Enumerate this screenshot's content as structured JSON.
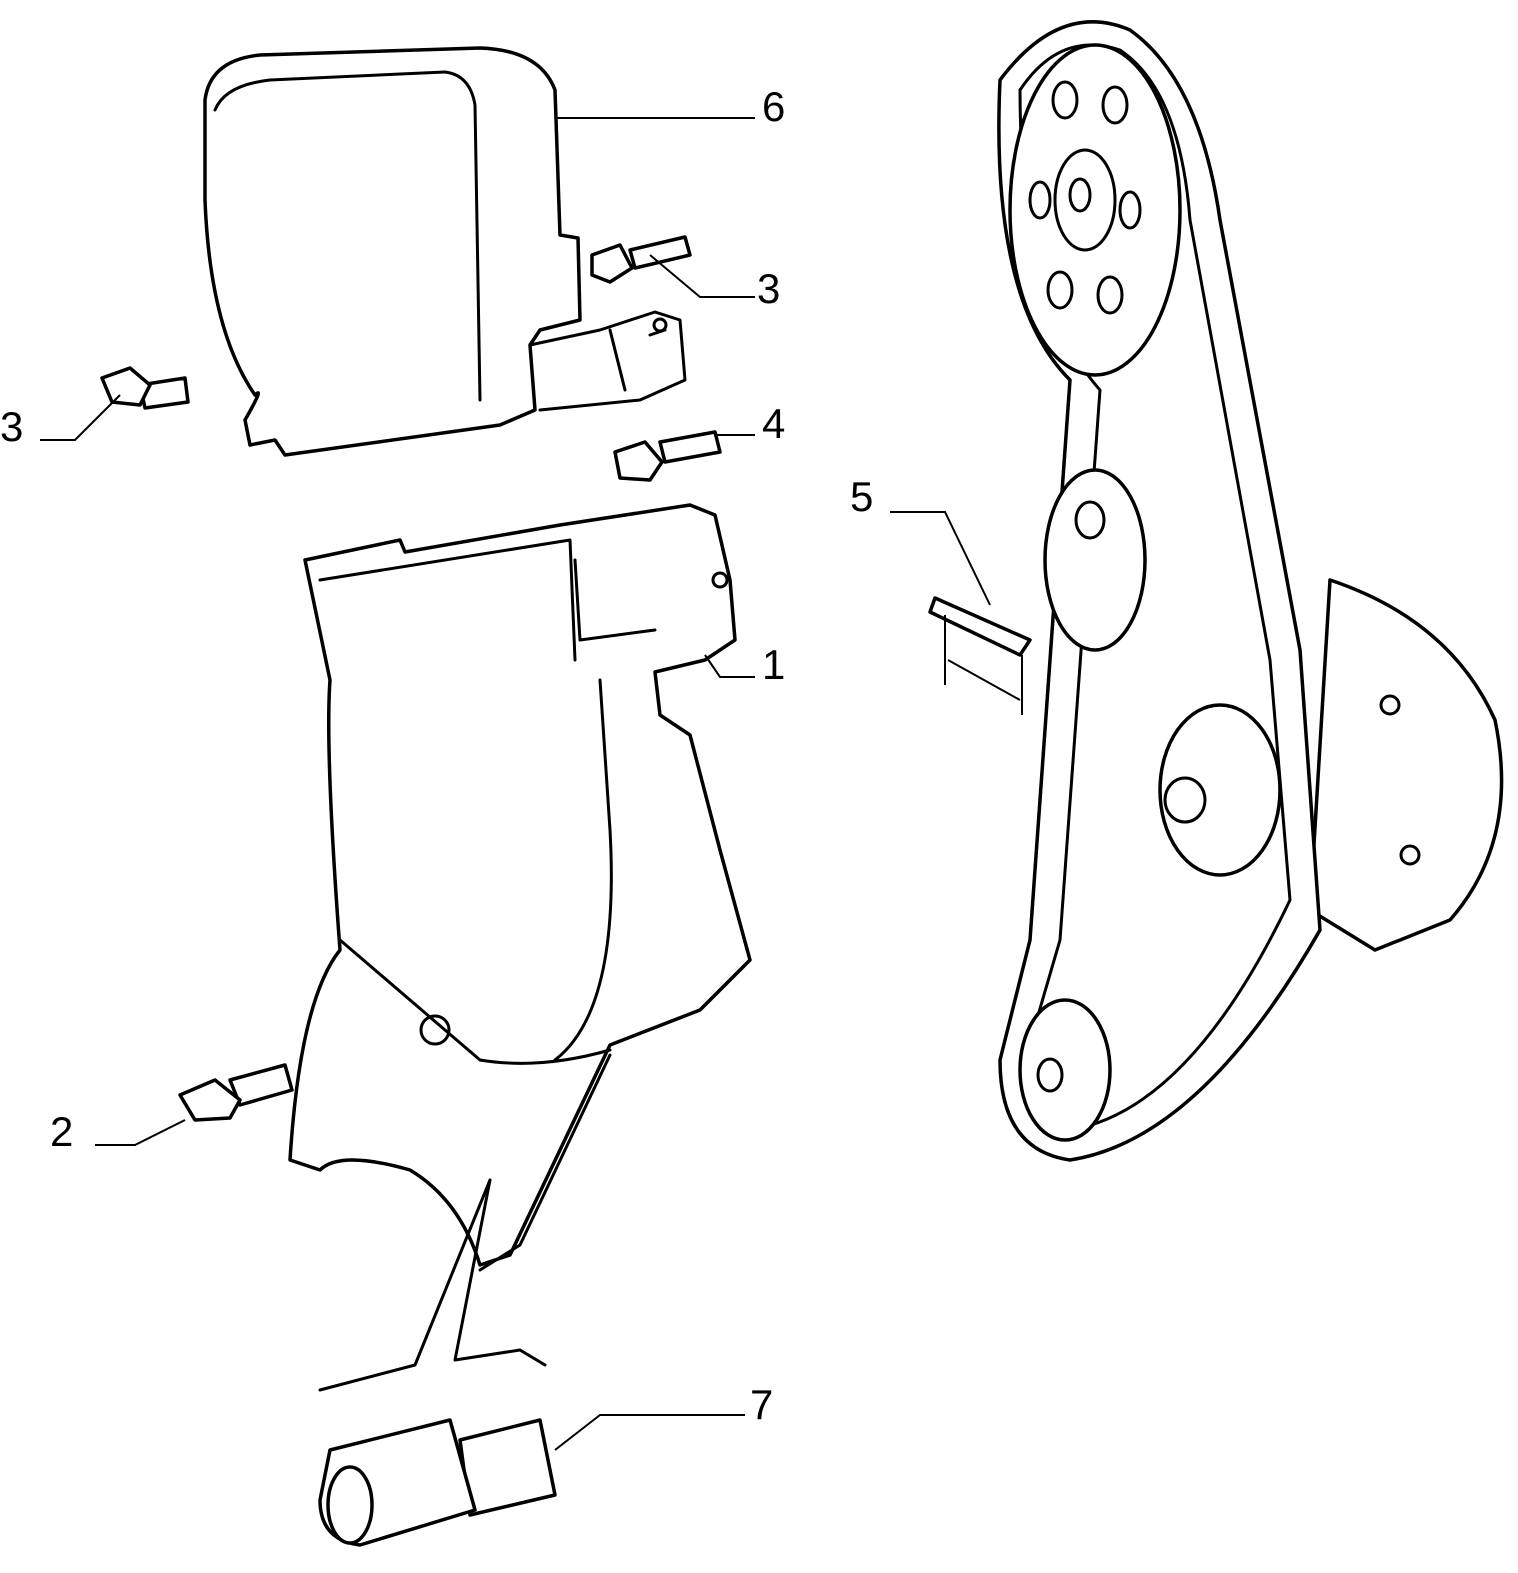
{
  "diagram": {
    "type": "exploded parts diagram",
    "callouts": [
      {
        "id": "6",
        "label": "6"
      },
      {
        "id": "3a",
        "label": "3"
      },
      {
        "id": "3b",
        "label": "3"
      },
      {
        "id": "4",
        "label": "4"
      },
      {
        "id": "5",
        "label": "5"
      },
      {
        "id": "1",
        "label": "1"
      },
      {
        "id": "2",
        "label": "2"
      },
      {
        "id": "7",
        "label": "7"
      }
    ]
  }
}
